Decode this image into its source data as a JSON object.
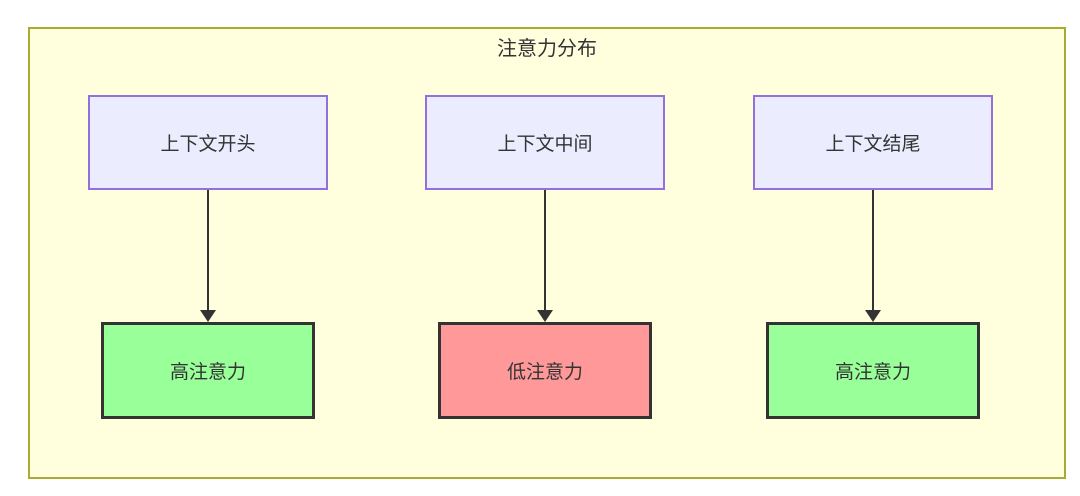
{
  "diagram": {
    "title": "注意力分布",
    "colors": {
      "frame_bg": "#ffffde",
      "frame_border": "#aaaa33",
      "context_node_bg": "#ececff",
      "context_node_border": "#9370db",
      "high_attention_bg": "#99ff99",
      "low_attention_bg": "#ff9999",
      "attention_node_border": "#333333",
      "arrow": "#333333",
      "text": "#333333"
    },
    "columns": [
      {
        "top": {
          "label": "上下文开头"
        },
        "bottom": {
          "label": "高注意力",
          "type": "high"
        }
      },
      {
        "top": {
          "label": "上下文中间"
        },
        "bottom": {
          "label": "低注意力",
          "type": "low"
        }
      },
      {
        "top": {
          "label": "上下文结尾"
        },
        "bottom": {
          "label": "高注意力",
          "type": "high"
        }
      }
    ]
  }
}
